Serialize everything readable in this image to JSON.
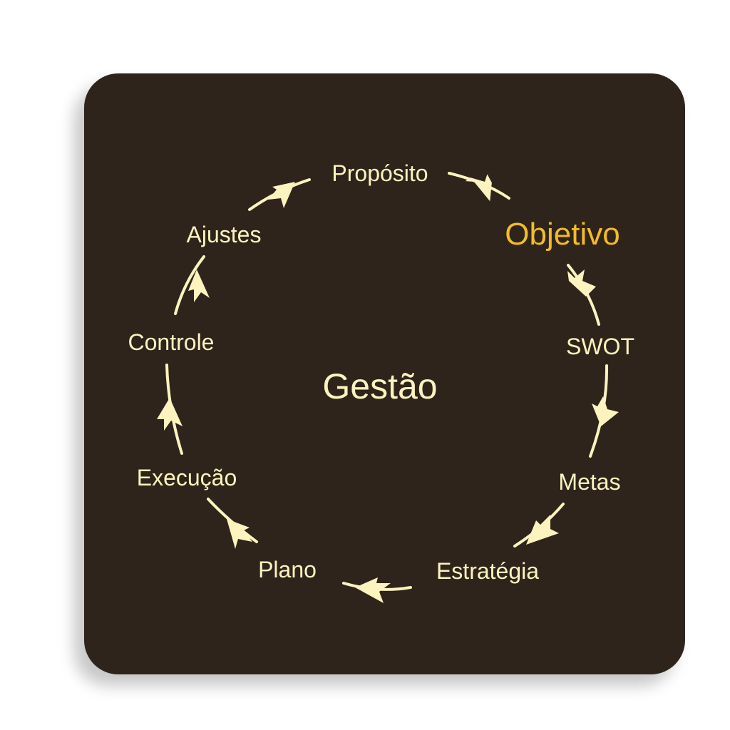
{
  "center_label": "Gestão",
  "stages": [
    {
      "label": "Propósito",
      "highlight": false
    },
    {
      "label": "Objetivo",
      "highlight": true
    },
    {
      "label": "SWOT",
      "highlight": false
    },
    {
      "label": "Metas",
      "highlight": false
    },
    {
      "label": "Estratégia",
      "highlight": false
    },
    {
      "label": "Plano",
      "highlight": false
    },
    {
      "label": "Execução",
      "highlight": false
    },
    {
      "label": "Controle",
      "highlight": false
    },
    {
      "label": "Ajustes",
      "highlight": false
    }
  ],
  "colors": {
    "background": "#2e241b",
    "text": "#fdf3bf",
    "highlight": "#f2bc28"
  }
}
